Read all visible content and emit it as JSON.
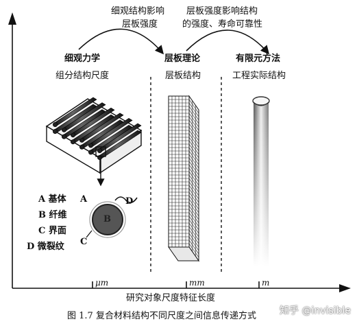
{
  "top_captions": {
    "left_line1": "细观结构影响",
    "left_line2": "层板强度",
    "right_line1": "层板强度影响结构",
    "right_line2": "的强度、寿命可靠性"
  },
  "columns": [
    {
      "title": "细观力学",
      "subtitle": "组分结构尺度"
    },
    {
      "title": "层板理论",
      "subtitle": "层板结构"
    },
    {
      "title": "有限元方法",
      "subtitle": "工程实际结构"
    }
  ],
  "legend": [
    "A 基体",
    "B 纤维",
    "C 界面",
    "D 微裂纹"
  ],
  "labels": {
    "a": "A",
    "b": "B",
    "c": "C",
    "d": "D"
  },
  "axis": {
    "ticks": [
      "μm",
      "mm",
      "m"
    ],
    "xlabel": "研究对象尺度特征长度"
  },
  "figure_caption": "图 1.7 复合材料结构不同尺度之间信息传递方式",
  "watermark": "知乎 @invisible"
}
